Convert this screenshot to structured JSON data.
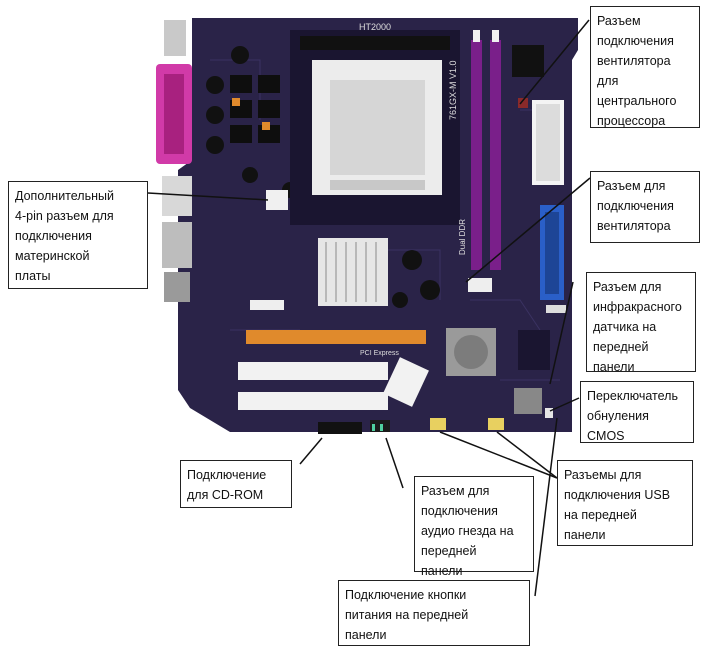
{
  "board_text": {
    "ht_label": "HT2000",
    "model_label": "761GX-M V1.0",
    "ddr_label": "Dual DDR",
    "pci_express_label": "PCI Express"
  },
  "callouts": {
    "cpu_fan": "Разъем\nподключения\nвентилятора\nдля\nцентрального\nпроцессора",
    "sys_fan": "Разъем для\nподключения\nвентилятора",
    "ir": "Разъем для\nинфракрасного\nдатчика на\nпередней\nпанели",
    "cmos": "Переключатель\nобнуления\nCMOS",
    "usb": "Разъемы для\nподключения USB\nна передней\nпанели",
    "power_btn": "Подключение кнопки\nпитания на передней\nпанели",
    "audio": "Разъем для\nподключения\nаудио гнезда на\nпередней\nпанели",
    "cdrom": "Подключение\nдля CD-ROM",
    "aux_power": "Дополнительный\n4-pin разъем для\nподключения\nматеринской\nплаты"
  },
  "colors": {
    "pcb": "#2a2348",
    "pcb_dark": "#1a1530",
    "dimm": "#7a1f8a",
    "pcie": "#e08a2c",
    "ide_blue": "#2a5fc8",
    "parallel_port": "#d13aa8",
    "pci_white": "#f2f2f2",
    "heatsink": "#e6e6e6"
  }
}
